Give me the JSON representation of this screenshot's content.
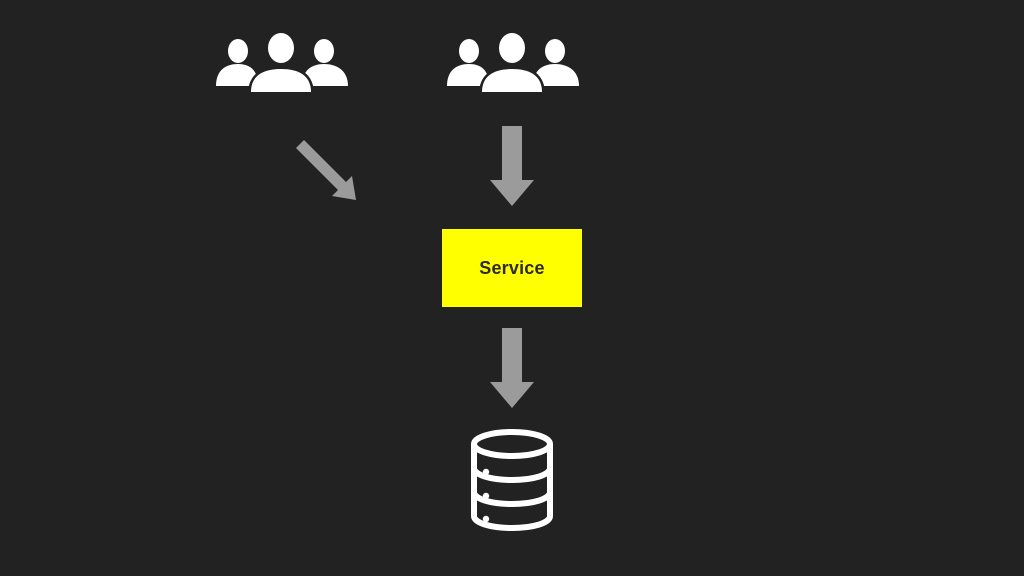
{
  "colors": {
    "background": "#222222",
    "icon": "#ffffff",
    "arrow": "#9b9b9b",
    "service_fill": "#ffff00",
    "service_text": "#2a2a2a"
  },
  "nodes": {
    "users_left": {
      "icon": "users-icon"
    },
    "users_right": {
      "icon": "users-icon"
    },
    "service": {
      "label": "Service"
    },
    "database": {
      "icon": "database-icon"
    }
  },
  "edges": [
    {
      "from": "users_left",
      "to": "service",
      "icon": "arrow-diagonal-icon"
    },
    {
      "from": "users_right",
      "to": "service",
      "icon": "arrow-down-icon"
    },
    {
      "from": "service",
      "to": "database",
      "icon": "arrow-down-icon"
    }
  ]
}
